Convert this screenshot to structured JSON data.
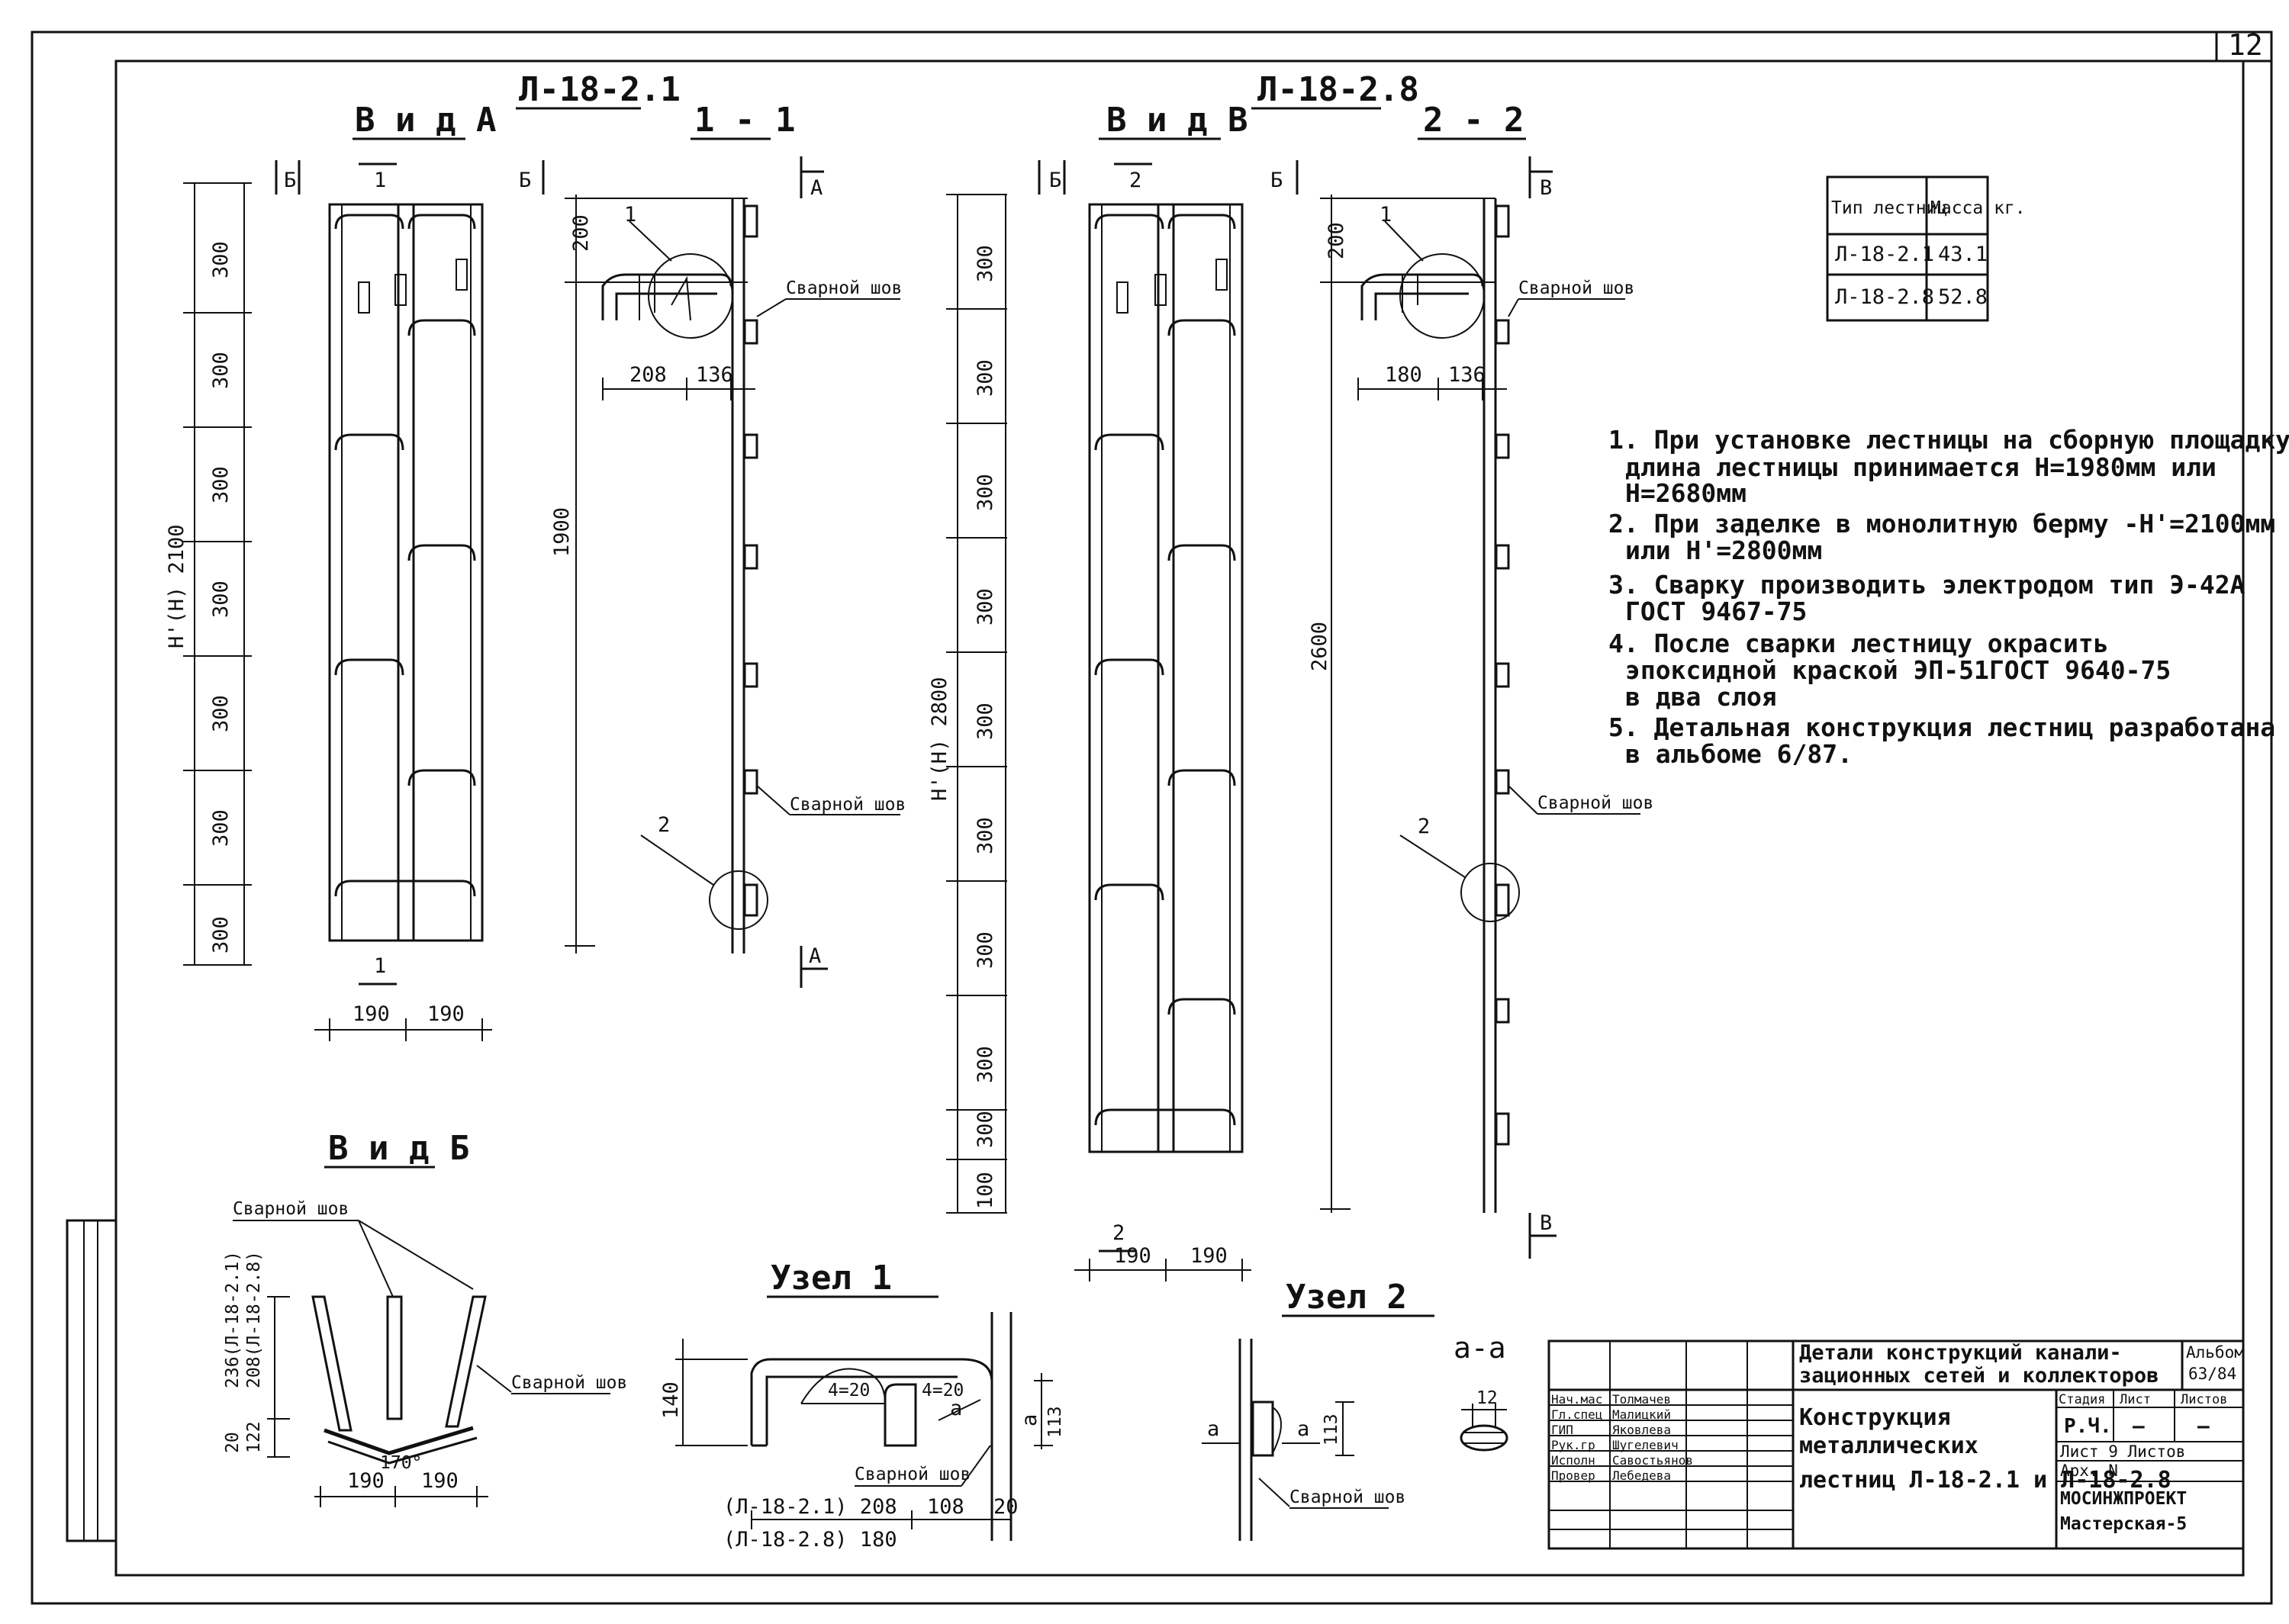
{
  "sheet": {
    "page_number": "12"
  },
  "views": {
    "view_a": {
      "title": "В и д  А",
      "code": "Л-18-2.1",
      "section": "1 - 1"
    },
    "view_v": {
      "title": "В и д  В",
      "code": "Л-18-2.8",
      "section": "2 - 2"
    },
    "view_b": {
      "title": "В и д  Б"
    },
    "node1": {
      "title": "Узел 1"
    },
    "node2": {
      "title": "Узел 2"
    },
    "section_aa": {
      "title": "а-а"
    }
  },
  "marks": {
    "arrow_b": "Б",
    "arrow_a": "А",
    "arrow_v": "В",
    "cut1": "1",
    "cut2": "2",
    "callout1": "1",
    "callout2": "2",
    "a": "а"
  },
  "labels": {
    "weld": "Сварной шов"
  },
  "dims_a": {
    "spacing": [
      "300",
      "300",
      "300",
      "300",
      "300",
      "300",
      "300"
    ],
    "total": "H'(H) 2100",
    "width_left": "190",
    "width_right": "190",
    "top": "200",
    "height": "1900",
    "off1": "208",
    "off2": "136"
  },
  "dims_v": {
    "spacing": [
      "300",
      "300",
      "300",
      "300",
      "300",
      "300",
      "300",
      "300",
      "300",
      "100"
    ],
    "total": "H'(H) 2800",
    "width_left": "190",
    "width_right": "190",
    "top": "200",
    "height": "2600",
    "off1": "180",
    "off2": "136"
  },
  "dims_b": {
    "h1": "236(Л-18-2.1)",
    "h2": "208(Л-18-2.8)",
    "h3": "122",
    "h4": "20",
    "w1": "190",
    "w2": "190",
    "angle": "170°"
  },
  "dims_node1": {
    "h": "140",
    "c1": "4=20",
    "c2": "4=20",
    "h2": "113",
    "l1": "(Л-18-2.1) 208",
    "l2": "(Л-18-2.8) 180",
    "l3": "108",
    "l4": "20"
  },
  "dims_node2": {
    "h": "113",
    "d": "12"
  },
  "mass_table": {
    "headers": [
      "Тип лестниц",
      "Масса кг."
    ],
    "rows": [
      [
        "Л-18-2.1",
        "43.1"
      ],
      [
        "Л-18-2.8",
        "52.8"
      ]
    ]
  },
  "notes": [
    "1. При установке лестницы на сборную площадку",
    "длина лестницы принимается H=1980мм или",
    "H=2680мм",
    "2. При заделке в монолитную берму -H'=2100мм",
    "или H'=2800мм",
    "3. Сварку производить электродом тип Э-42А",
    "ГОСТ 9467-75",
    "4. После сварки лестницу окрасить",
    "эпоксидной краской ЭП-51ГОСТ 9640-75",
    "в два слоя",
    "5. Детальная конструкция лестниц разработана",
    "в альбоме 6/87."
  ],
  "title_block": {
    "doc_title_1": "Детали конструкций канали-",
    "doc_title_2": "зационных сетей и коллекторов",
    "album_label": "Альбом",
    "album_value": "63/84",
    "sheet_title_1": "Конструкция",
    "sheet_title_2": "металлических",
    "sheet_title_3": "лестниц Л-18-2.1 и Л-18-2.8",
    "stage_label": "Стадия",
    "sheet_label": "Лист",
    "sheets_label": "Листов",
    "stage_value": "Р.Ч.",
    "sheet_value": "—",
    "sheets_value": "—",
    "sheet_count": "Лист 9  Листов",
    "archive": "Арх. N",
    "org1": "МОСИНЖПРОЕКТ",
    "org2": "Мастерская-5",
    "staff": [
      [
        "Нач.мас",
        "Толмачев"
      ],
      [
        "Гл.спец",
        "Малицкий"
      ],
      [
        "ГИП",
        "Яковлева"
      ],
      [
        "Рук.гр",
        "Шугелевич"
      ],
      [
        "Исполн",
        "Савостьянов"
      ],
      [
        "Провер",
        "Лебедева"
      ]
    ]
  }
}
